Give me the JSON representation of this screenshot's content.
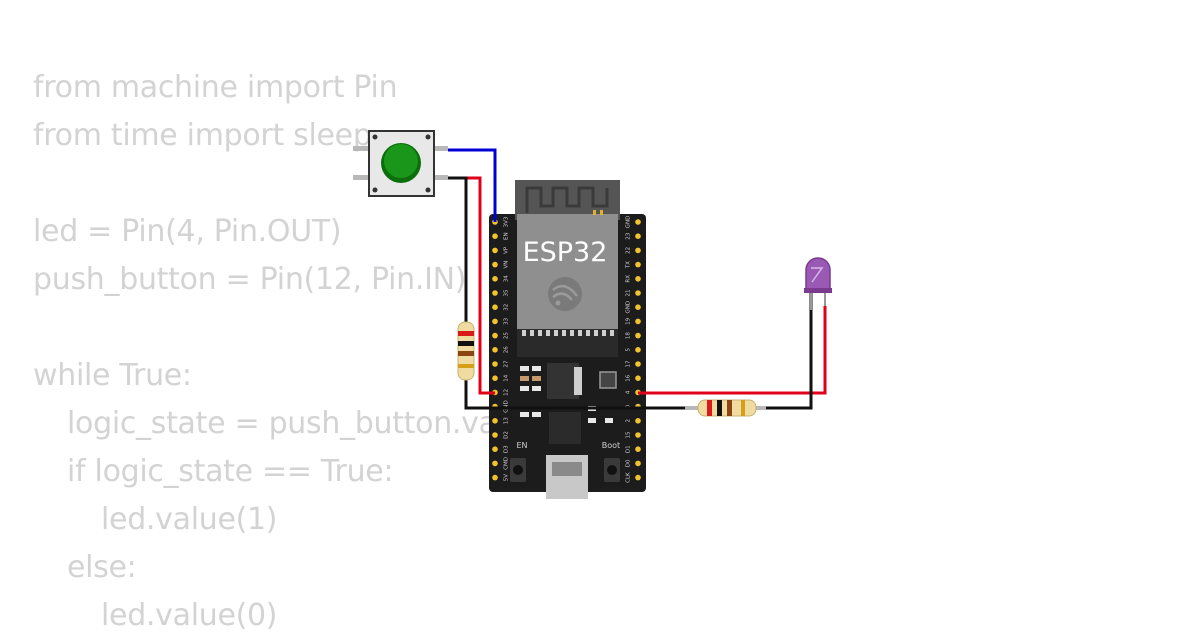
{
  "code": {
    "lines": [
      "from machine import Pin",
      "from time import sleep",
      "",
      "led = Pin(4, Pin.OUT)",
      "push_button = Pin(12, Pin.IN)",
      "",
      "while True:",
      "logic_state = push_button.value()",
      "if logic_state == True:",
      "led.value(1)",
      "else:",
      "led.value(0)"
    ]
  },
  "board": {
    "chip_label": "ESP32",
    "en_label": "EN",
    "boot_label": "Boot",
    "left_pins": [
      "3V3",
      "EN",
      "VP",
      "VN",
      "34",
      "35",
      "32",
      "33",
      "25",
      "26",
      "27",
      "14",
      "12",
      "GND",
      "13",
      "D2",
      "D3",
      "CMD",
      "5V"
    ],
    "right_pins": [
      "GND",
      "23",
      "22",
      "TX",
      "RX",
      "21",
      "GND",
      "19",
      "18",
      "5",
      "17",
      "16",
      "4",
      "0",
      "2",
      "15",
      "D1",
      "D0",
      "CLK"
    ]
  },
  "colors": {
    "code_text": "#d3d3d3",
    "wire_red": "#e0001a",
    "wire_blue": "#0000d6",
    "wire_black": "#111111",
    "board": "#1c1c1c",
    "pin": "#f2c32f",
    "button_cap": "#0f8a0f",
    "led": "#8a3aa6"
  },
  "components": {
    "button_icon": "push-button",
    "led_icon": "purple-led",
    "wifi_icon": "antenna-pcb",
    "logo_icon": "espressif-logo"
  }
}
